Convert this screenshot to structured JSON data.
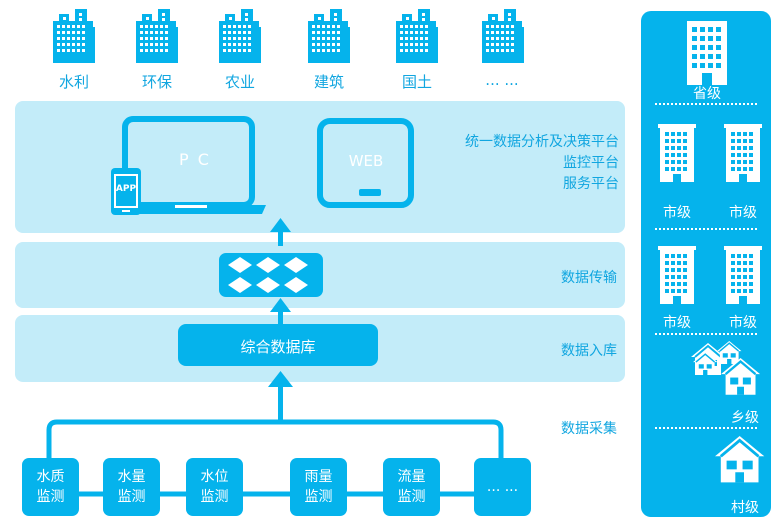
{
  "industries": [
    "水利",
    "环保",
    "农业",
    "建筑",
    "国土",
    "... ..."
  ],
  "platform": {
    "pc_label": "P C",
    "app_label": "APP",
    "web_label": "WEB",
    "lines": [
      "统一数据分析及决策平台",
      "监控平台",
      "服务平台"
    ]
  },
  "layers": {
    "transmission": "数据传输",
    "ingestion": "数据入库",
    "collection": "数据采集"
  },
  "database_label": "综合数据库",
  "monitors": [
    {
      "line1": "水质",
      "line2": "监测"
    },
    {
      "line1": "水量",
      "line2": "监测"
    },
    {
      "line1": "水位",
      "line2": "监测"
    },
    {
      "line1": "雨量",
      "line2": "监测"
    },
    {
      "line1": "流量",
      "line2": "监测"
    },
    {
      "line1": "... ...",
      "line2": ""
    }
  ],
  "levels": {
    "province": "省级",
    "city": "市级",
    "township": "乡级",
    "village": "村级"
  },
  "colors": {
    "primary": "#05b3ec",
    "panel": "#c3ecf9",
    "text": "#11a6e0"
  }
}
